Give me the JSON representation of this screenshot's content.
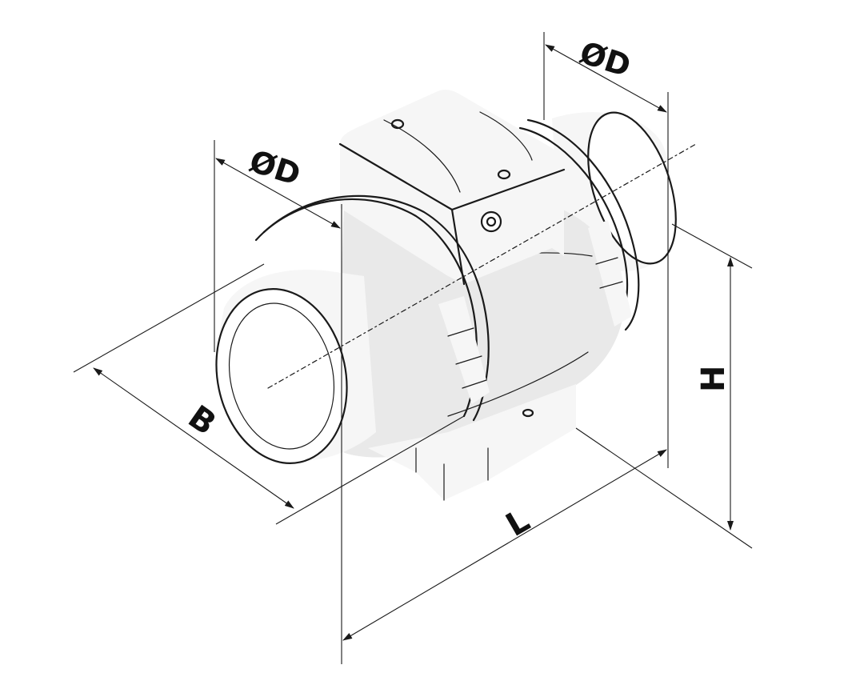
{
  "dimensions": {
    "diameter_left": "ØD",
    "diameter_right": "ØD",
    "width": "B",
    "length": "L",
    "height": "H"
  },
  "colors": {
    "line": "#1a1a1a",
    "shade": "#e9e9e9",
    "background": "#ffffff"
  }
}
